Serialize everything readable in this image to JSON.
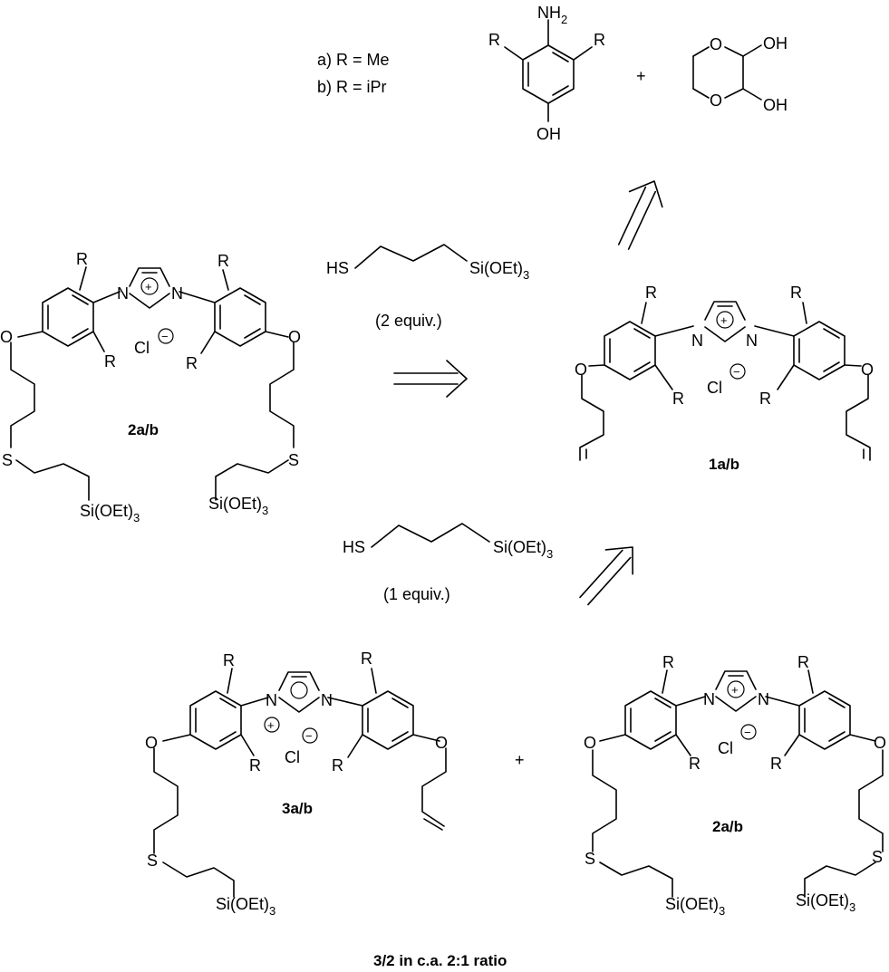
{
  "legend": {
    "line_a": "a) R = Me",
    "line_b": "b) R = iPr"
  },
  "atoms": {
    "R": "R",
    "O": "O",
    "S": "S",
    "N": "N",
    "Cl": "Cl",
    "OH": "OH",
    "NH": "NH",
    "two": "2",
    "three": "3",
    "HS": "HS",
    "SiOEt": "Si(OEt)",
    "plus": "+",
    "pos": "+",
    "neg": "−"
  },
  "compounds": {
    "c2_top": "2a/b",
    "c1": "1a/b",
    "c3": "3a/b",
    "c2_bottom": "2a/b"
  },
  "conditions": {
    "top_equiv": "(2 equiv.)",
    "bottom_equiv": "(1 equiv.)"
  },
  "footer": "3/2 in c.a. 2:1 ratio"
}
